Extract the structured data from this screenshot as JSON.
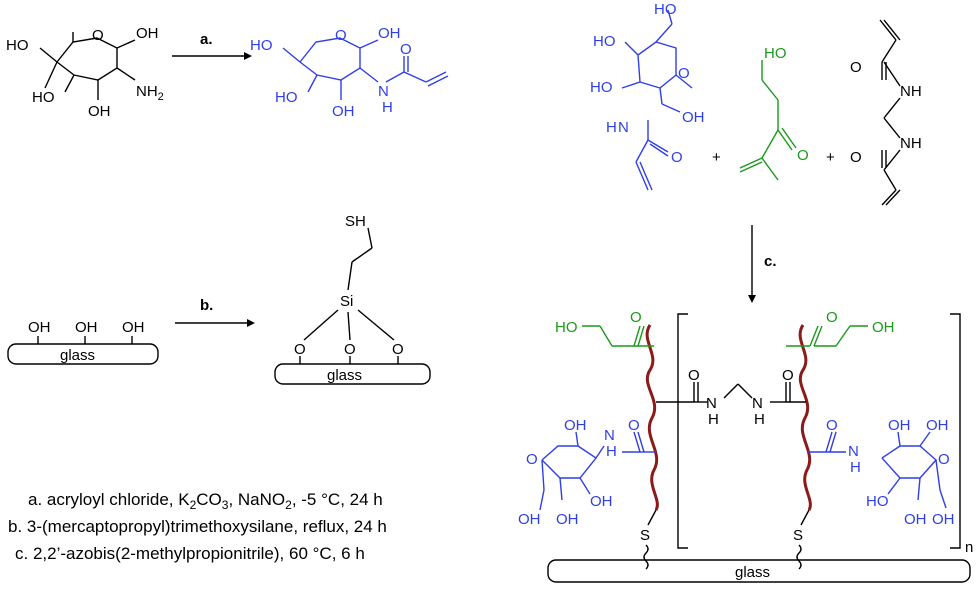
{
  "colors": {
    "product": "#2f3fe8",
    "comonomer": "#1a9a1a",
    "polymer_chain": "#8b1a1a",
    "default": "#000000"
  },
  "labels": {
    "a": "a.",
    "b": "b.",
    "c": "c.",
    "glass": "glass",
    "repeat_n": "n"
  },
  "atoms": {
    "OH": "OH",
    "HO": "HO",
    "NH2": "NH",
    "NH2_sub": "2",
    "O": "O",
    "N": "N",
    "H": "H",
    "NH": "NH",
    "SH": "SH",
    "Si": "Si",
    "S": "S",
    "plus": "+",
    "HO_chain": "HO",
    "OH_chain": "OH"
  },
  "conditions": {
    "a_prefix": "a. acryloyl chloride, K",
    "a_k_sub": "2",
    "a_mid1": "CO",
    "a_co_sub": "3",
    "a_mid2": ", NaNO",
    "a_na_sub": "2",
    "a_suffix": ", -5 °C, 24 h",
    "b": "b. 3-(mercaptopropyl)trimethoxysilane, reflux, 24 h",
    "c": "c. 2,2’-azobis(2-methylpropionitrile), 60 °C, 6 h"
  }
}
